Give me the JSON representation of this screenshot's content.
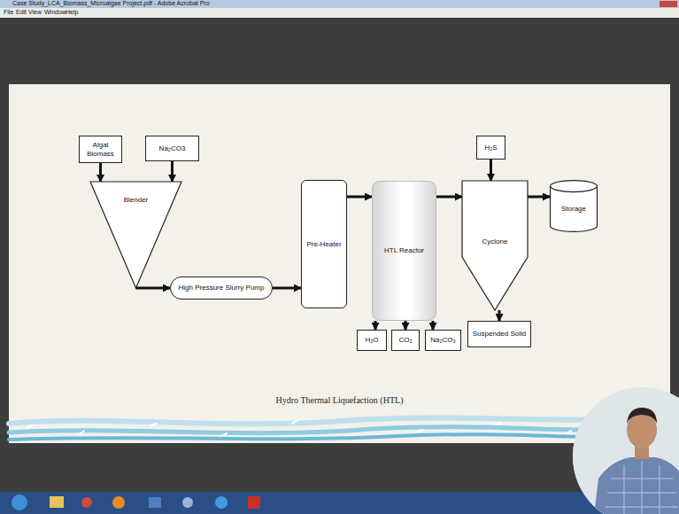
{
  "diagram": {
    "caption": "Hydro Thermal Liquefaction (HTL)",
    "nodes": [
      {
        "text": [
          "Algal Biomass"
        ]
      },
      {
        "text": [
          "Na₂CO3"
        ]
      },
      {
        "text": [
          "Blender"
        ]
      },
      {
        "text": [
          "High Pressure Slurry Pump"
        ]
      },
      {
        "text": [
          "Pre-Heater"
        ]
      },
      {
        "text": [
          "HTL Reactor"
        ]
      },
      {
        "text": [
          "H₂O"
        ]
      },
      {
        "text": [
          "CO₂"
        ]
      },
      {
        "text": [
          "Na₂CO₃"
        ]
      },
      {
        "text": [
          "H₂S"
        ]
      },
      {
        "text": [
          "Cyclone"
        ]
      },
      {
        "text": [
          "Storage"
        ]
      },
      {
        "text": [
          "Suspended Solid"
        ]
      }
    ],
    "edges": [
      {
        "from": 0,
        "to": 2,
        "arrow": "to"
      },
      {
        "from": 1,
        "to": 2,
        "arrow": "to"
      },
      {
        "from": 2,
        "to": 3,
        "arrow": "to"
      },
      {
        "from": 3,
        "to": 4,
        "arrow": "to"
      },
      {
        "from": 4,
        "to": 5,
        "arrow": "to"
      },
      {
        "from": 5,
        "to": 6,
        "arrow": "to"
      },
      {
        "from": 5,
        "to": 7,
        "arrow": "to"
      },
      {
        "from": 5,
        "to": 8,
        "arrow": "to"
      },
      {
        "from": 5,
        "to": 10,
        "arrow": "to"
      },
      {
        "from": 9,
        "to": 10,
        "arrow": "to"
      },
      {
        "from": 10,
        "to": 11,
        "arrow": "to"
      },
      {
        "from": 10,
        "to": 12,
        "arrow": "to"
      }
    ],
    "labels": [
      "Case Study_LCA_Biomass_Microalgae Project.pdf - Adobe Acrobat Pro",
      "File",
      "Edit",
      "View",
      "Window",
      "Help"
    ]
  }
}
